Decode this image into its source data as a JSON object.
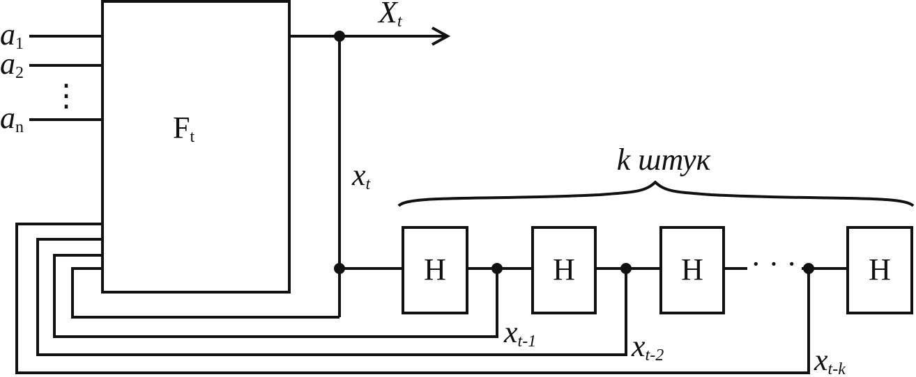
{
  "diagram": {
    "block_label": "F",
    "block_label_sub": "t",
    "delay_label": "H",
    "inputs": [
      {
        "base": "a",
        "sub": "1"
      },
      {
        "base": "a",
        "sub": "2"
      },
      {
        "base": "a",
        "sub": "n"
      }
    ],
    "input_ellipsis": "⋮",
    "output": {
      "base": "X",
      "sub": "t"
    },
    "feedback": {
      "base": "x",
      "sub": "t"
    },
    "taps": [
      {
        "base": "x",
        "sub": "t-1"
      },
      {
        "base": "x",
        "sub": "t-2"
      },
      {
        "base": "x",
        "sub": "t-k"
      }
    ],
    "chain_ellipsis": "· · ·",
    "brace_label": "k штук"
  }
}
